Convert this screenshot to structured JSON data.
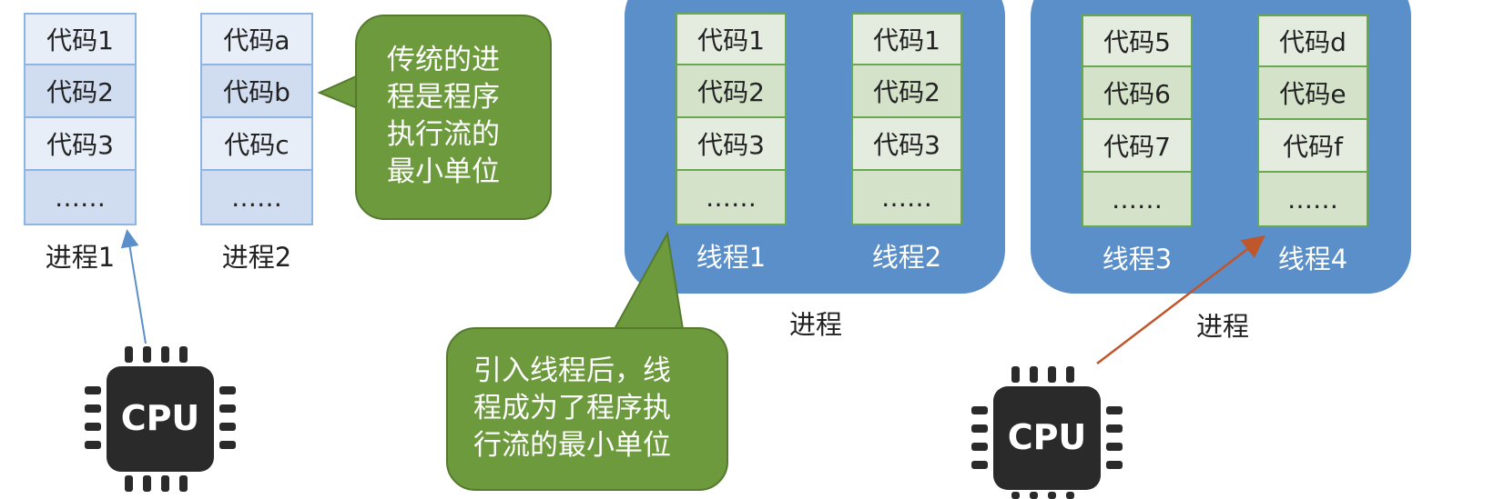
{
  "left_section": {
    "process1": {
      "cells": [
        "代码1",
        "代码2",
        "代码3",
        "……"
      ],
      "label": "进程1"
    },
    "process2": {
      "cells": [
        "代码a",
        "代码b",
        "代码c",
        "……"
      ],
      "label": "进程2"
    },
    "bubble": {
      "lines": [
        "传统的进",
        "程是程序",
        "执行流的",
        "最小单位"
      ]
    },
    "cpu": {
      "label": "CPU"
    }
  },
  "right_section": {
    "process_a": {
      "label": "进程",
      "thread1": {
        "cells": [
          "代码1",
          "代码2",
          "代码3",
          "……"
        ],
        "label": "线程1"
      },
      "thread2": {
        "cells": [
          "代码1",
          "代码2",
          "代码3",
          "……"
        ],
        "label": "线程2"
      }
    },
    "process_b": {
      "label": "进程",
      "thread3": {
        "cells": [
          "代码5",
          "代码6",
          "代码7",
          "……"
        ],
        "label": "线程3"
      },
      "thread4": {
        "cells": [
          "代码d",
          "代码e",
          "代码f",
          "……"
        ],
        "label": "线程4"
      }
    },
    "bubble": {
      "lines": [
        "引入线程后，线",
        "程成为了程序执",
        "行流的最小单位"
      ]
    },
    "cpu": {
      "label": "CPU"
    }
  },
  "colors": {
    "panel_blue": "#5b8fc9",
    "bubble_green": "#6c9a3c",
    "blue_arrow": "#5b8fc9",
    "red_arrow": "#c0562b",
    "cpu_dark": "#2a2a2a"
  }
}
